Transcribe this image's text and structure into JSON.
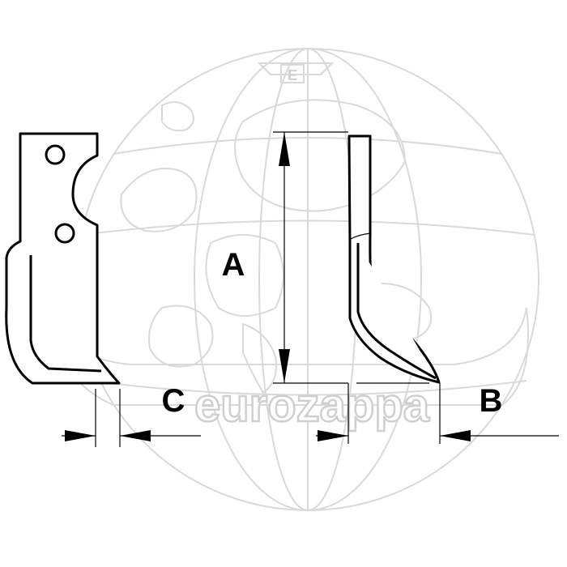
{
  "labels": {
    "a": "A",
    "b": "B",
    "c": "C"
  },
  "watermark": {
    "brand": "eurozappa",
    "logo_letter": "E"
  },
  "colors": {
    "line": "#000000",
    "watermark": "#d9d9d9",
    "background": "#ffffff"
  }
}
